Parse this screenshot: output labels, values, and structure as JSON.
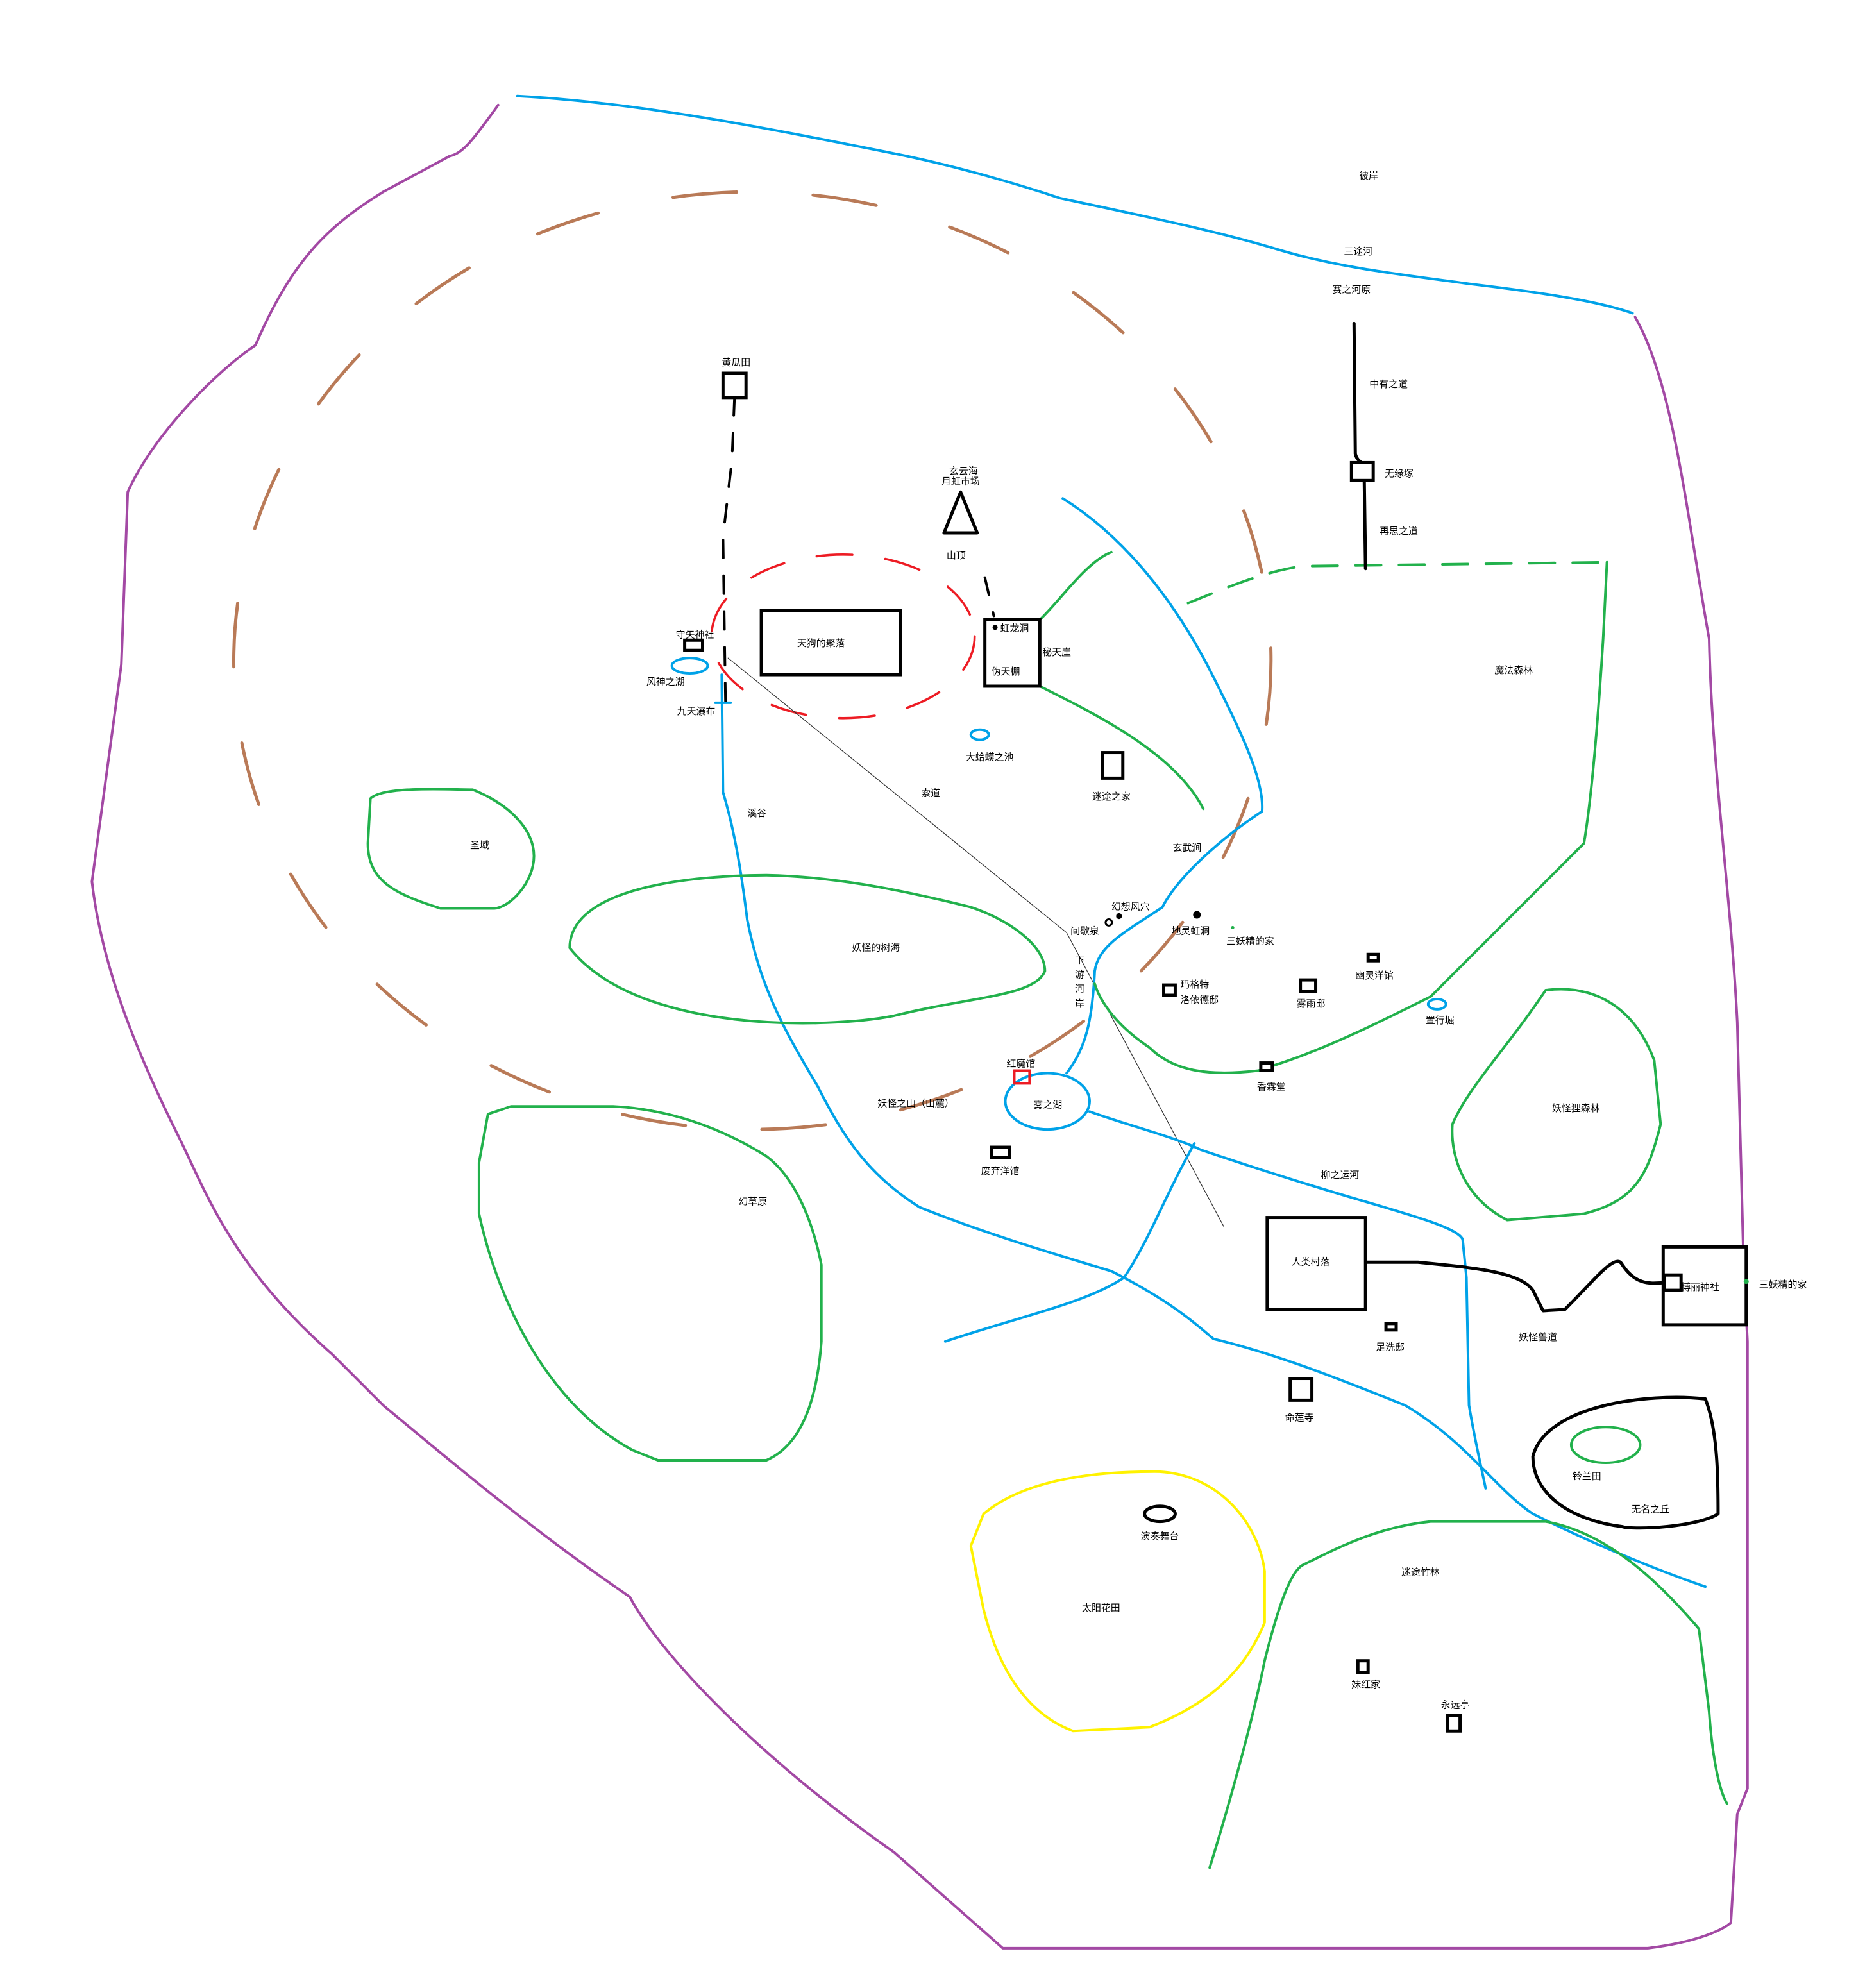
{
  "colors": {
    "border": "#a349a4",
    "water": "#00a2e8",
    "forest": "#22b14c",
    "mountain": "#b97a57",
    "tengu": "#ed1c24",
    "sunflower": "#fff200",
    "structure": "#000000"
  },
  "labels": {
    "higan": "彼岸",
    "sanzu": "三途河",
    "sainokawara": "赛之河原",
    "chuu": "中有之道",
    "muenzuka": "无缘塚",
    "saishi": "再思之道",
    "kyuuri": "黄瓜田",
    "genun": "玄云海",
    "geckou": "月虹市场",
    "summit": "山顶",
    "kouryuu": "虹龙洞",
    "hiten": "秘天崖",
    "gitenpeng": "伪天棚",
    "tengu": "天狗的聚落",
    "moriya": "守矢神社",
    "fuujin": "风神之湖",
    "kyuuten": "九天瀑布",
    "gama": "大蛤蟆之池",
    "mayoi": "迷途之家",
    "mahou": "魔法森林",
    "keikoku": "溪谷",
    "sakudou": "索道",
    "seiiki": "圣域",
    "genbu": "玄武涧",
    "fuuketsu": "幻想风穴",
    "kanketsu": "间歇泉",
    "chirei": "地灵虹洞",
    "sanyousei1": "三妖精的家",
    "karyuu": "下游河岸",
    "margatroid1": "玛格特",
    "margatroid2": "洛依德邸",
    "kirisame": "雾雨邸",
    "yuurei": "幽灵洋馆",
    "okiyuki": "置行堀",
    "jukai": "妖怪的树海",
    "kourindou": "香霖堂",
    "koumakan": "红魔馆",
    "kirinoko": "雾之湖",
    "youkaiyama": "妖怪之山（山麓）",
    "haiki": "废弃洋馆",
    "tanuki": "妖怪狸森林",
    "gensou": "幻草原",
    "yanagi": "柳之运河",
    "ningen": "人类村落",
    "hakurei": "博丽神社",
    "sanyousei2": "三妖精的家",
    "kemono": "妖怪兽道",
    "ashiarai": "足洗邸",
    "myouren": "命莲寺",
    "suzuran": "铃兰田",
    "mumei": "无名之丘",
    "ensou": "演奏舞台",
    "taiyou": "太阳花田",
    "chikurin": "迷途竹林",
    "mokou": "妹红家",
    "eientei": "永远亭"
  }
}
